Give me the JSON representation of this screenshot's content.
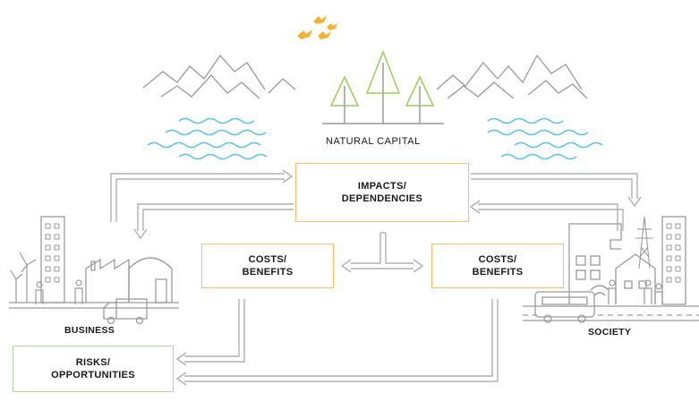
{
  "natural_capital": {
    "title": "NATURAL CAPITAL"
  },
  "boxes": {
    "impacts": {
      "line1": "IMPACTS/",
      "line2": "DEPENDENCIES"
    },
    "costs_left": {
      "line1": "COSTS/",
      "line2": "BENEFITS"
    },
    "costs_right": {
      "line1": "COSTS/",
      "line2": "BENEFITS"
    },
    "risks": {
      "line1": "RISKS/",
      "line2": "OPPORTUNITIES"
    }
  },
  "labels": {
    "business": "BUSINESS",
    "society": "SOCIETY"
  },
  "colors": {
    "accent_box": "#f2c36b",
    "risk_box": "#b7d7a3",
    "water": "#5ec0e6",
    "trees": "#9ccb5a",
    "birds": "#f5b335",
    "line_art": "#9a9a9a",
    "arrows": "#b0b0b0"
  },
  "icons": [
    "birds-icon",
    "mountains-icon",
    "trees-icon",
    "water-waves-icon",
    "factory-icon",
    "wind-turbine-icon",
    "truck-icon",
    "building-icon",
    "house-icon",
    "pylon-icon",
    "bus-icon",
    "person-icon"
  ]
}
